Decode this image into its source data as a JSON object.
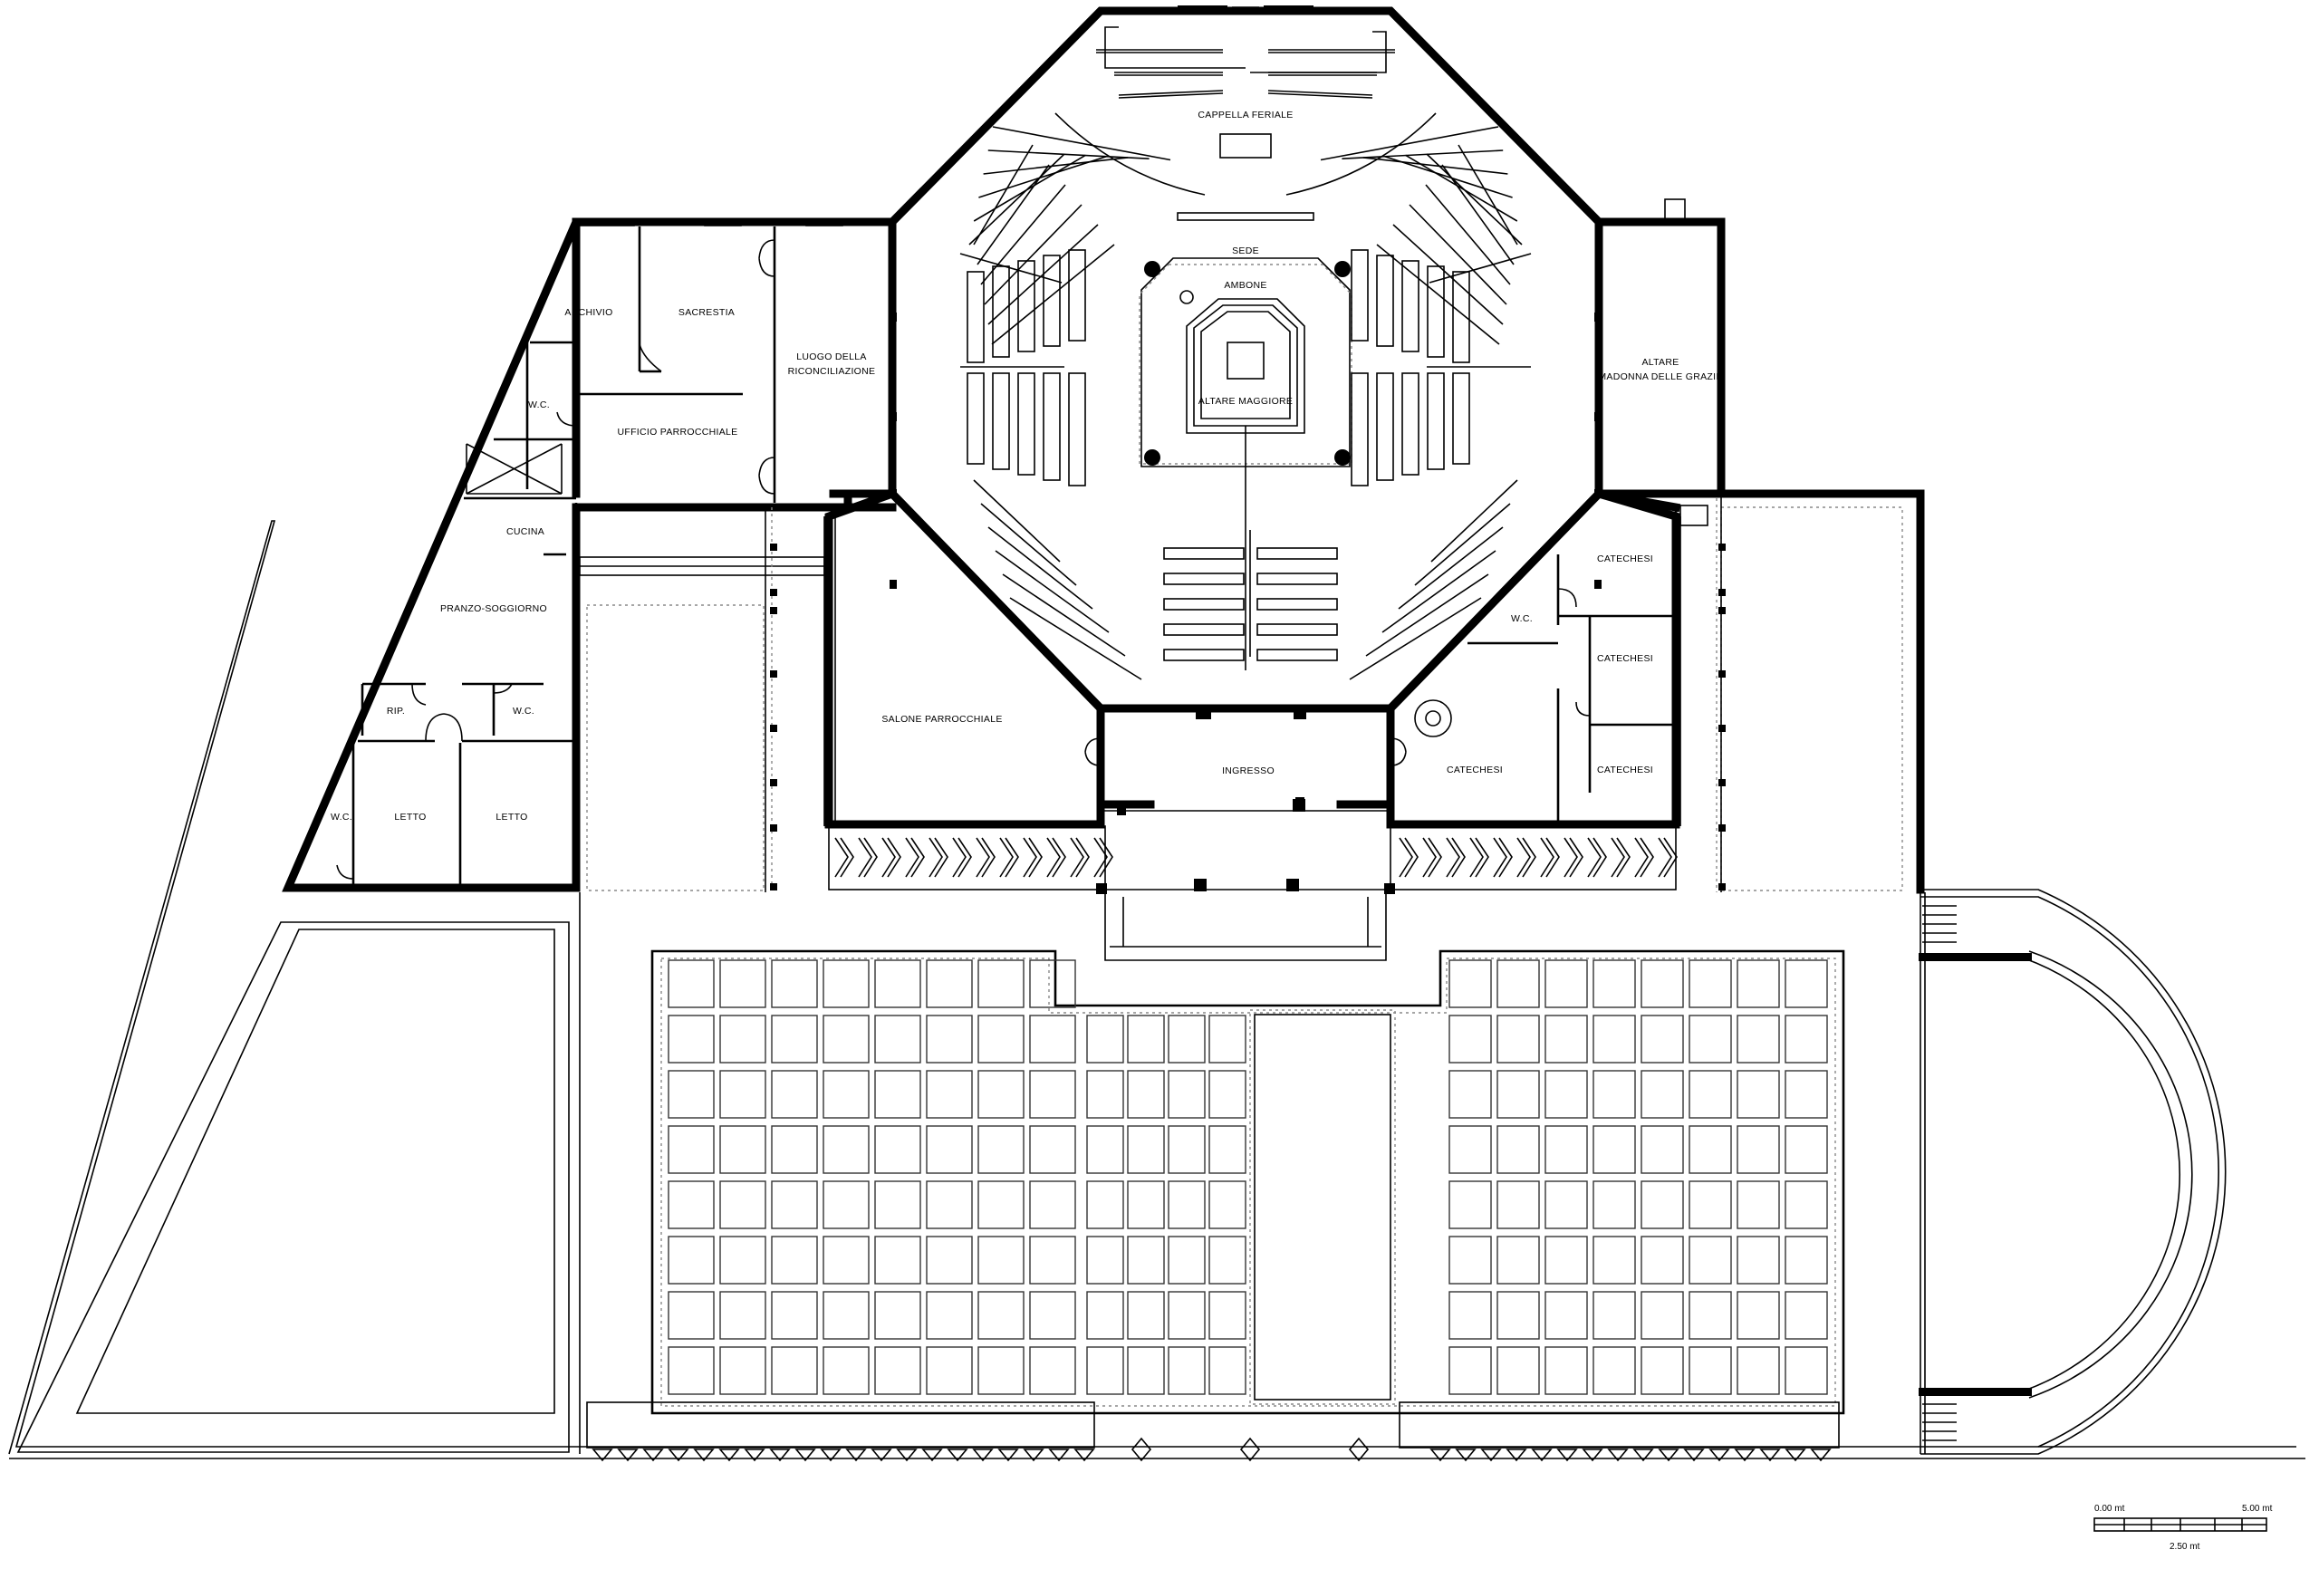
{
  "plan": {
    "rooms": {
      "cappella_feriale": "CAPPELLA FERIALE",
      "sede": "SEDE",
      "ambone": "AMBONE",
      "altare_maggiore": "ALTARE MAGGIORE",
      "archivio": "ARCHIVIO",
      "sacrestia": "SACRESTIA",
      "luogo_line1": "LUOGO DELLA",
      "luogo_line2": "RICONCILIAZIONE",
      "wc_office": "W.C.",
      "ufficio": "UFFICIO PARROCCHIALE",
      "altare_line1": "ALTARE",
      "altare_line2": "MADONNA DELLE GRAZIE",
      "cucina": "CUCINA",
      "pranzo": "PRANZO-SOGGIORNO",
      "rip": "RIP.",
      "wc_house": "W.C.",
      "wc_bed": "W.C.",
      "letto_1": "LETTO",
      "letto_2": "LETTO",
      "salone": "SALONE PARROCCHIALE",
      "ingresso": "INGRESSO",
      "catechesi_1": "CATECHESI",
      "catechesi_2": "CATECHESI",
      "catechesi_3": "CATECHESI",
      "catechesi_4": "CATECHESI",
      "wc_catechesi": "W.C."
    }
  },
  "scale_bar": {
    "start": "0.00  mt",
    "end": "5.00  mt",
    "mid": "2.50  mt"
  }
}
